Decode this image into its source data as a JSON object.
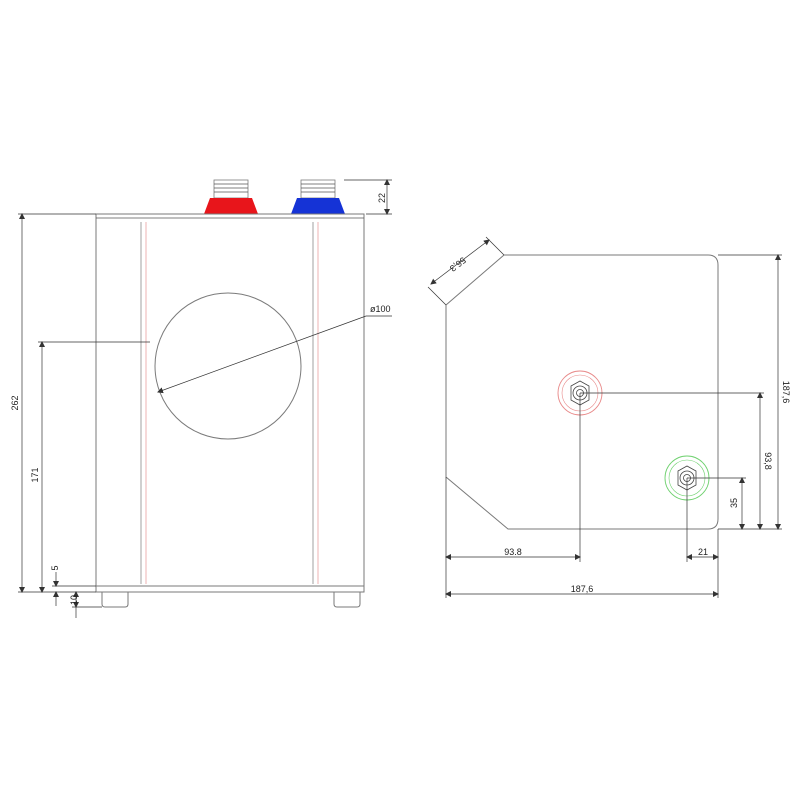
{
  "colors": {
    "hot": "#e8151b",
    "cold": "#1533d6",
    "hot_ring": "#e88a8a",
    "cold_ring": "#6fd16f",
    "rail": "#e8a0a0"
  },
  "front_view": {
    "dims": {
      "connector_height": "22",
      "total_height": "262",
      "center_height": "171",
      "base_gap": "5",
      "foot_height": "10",
      "circle_diameter": "ø100"
    }
  },
  "top_view": {
    "dims": {
      "chamfer": "56,3",
      "depth": "187,6",
      "hot_offset_y": "93,8",
      "cold_offset_y": "35",
      "hot_offset_x": "93.8",
      "cold_offset_x": "21",
      "width": "187,6"
    }
  }
}
